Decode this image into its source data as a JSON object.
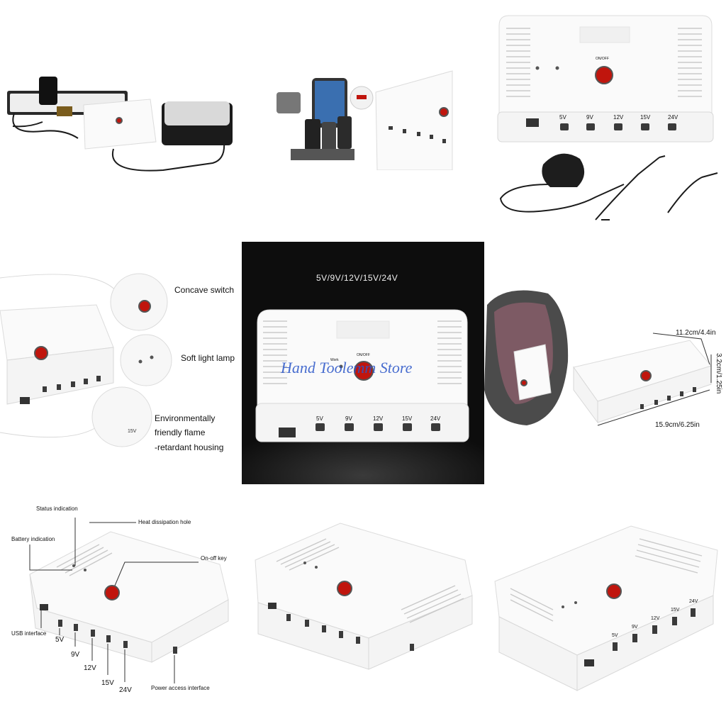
{
  "panels": {
    "detail_callouts": {
      "concave_switch": "Concave switch",
      "soft_light_lamp": "Soft light lamp",
      "housing_line1": "Environmentally",
      "housing_line2": "friendly flame",
      "housing_line3": "-retardant housing"
    },
    "hero": {
      "voltages_title": "5V/9V/12V/15V/24V",
      "watermark": "Hand Toolemm Store",
      "port_labels": [
        "5V",
        "9V",
        "12V",
        "15V",
        "24V"
      ],
      "switch_label": "ON/OFF",
      "indicator_label": "Work"
    },
    "dimensions": {
      "width": "11.2cm/4.4in",
      "height": "3.2cm/1.25in",
      "length": "15.9cm/6.25in"
    },
    "annotated": {
      "status_indication": "Status indication",
      "heat_dissipation_hole": "Heat dissipation hole",
      "battery_indication": "Battery indication",
      "on_off_key": "On-off key",
      "usb_interface": "USB interface",
      "v5": "5V",
      "v9": "9V",
      "v12": "12V",
      "v15": "15V",
      "v24": "24V",
      "power_access_interface": "Power access interface"
    },
    "top_right": {
      "switch_label": "ON/OFF",
      "port_labels": [
        "5V",
        "9V",
        "12V",
        "15V",
        "24V"
      ]
    },
    "bottom_right": {
      "port_labels": [
        "5V",
        "9V",
        "12V",
        "15V",
        "24V"
      ]
    }
  },
  "colors": {
    "housing": "#f4f4f4",
    "switch_red": "#c0150d",
    "hero_background": "#0d0d0d",
    "watermark": "#2a55c8"
  }
}
